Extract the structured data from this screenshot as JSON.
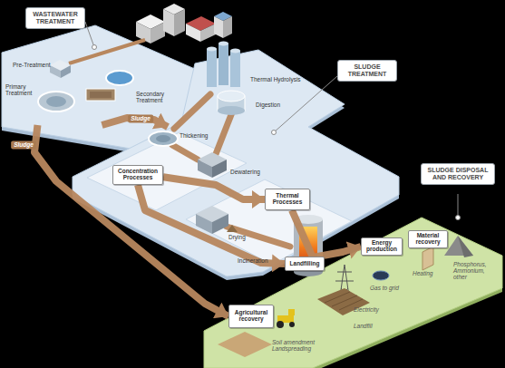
{
  "diagram": {
    "nodes": [
      {
        "text": [
          "WASTEWATER TREATMENT"
        ]
      },
      {
        "text": [
          "SLUDGE TREATMENT"
        ]
      },
      {
        "text": [
          "Concentration Processes"
        ],
        "in": 1
      },
      {
        "text": [
          "Thermal Processes"
        ],
        "in": 1
      },
      {
        "text": [
          "SLUDGE DISPOSAL AND RECOVERY"
        ]
      },
      {
        "text": [
          "Material recovery"
        ],
        "in": 4
      },
      {
        "text": [
          "Energy production"
        ],
        "in": 4
      },
      {
        "text": [
          "Landfilling"
        ],
        "in": 4
      },
      {
        "text": [
          "Agricultural recovery"
        ],
        "in": 4
      }
    ],
    "edges": [
      {
        "from": 0,
        "to": 1,
        "label": "Sludge",
        "arrow": "to"
      },
      {
        "from": 0,
        "to": 8,
        "label": "Sludge",
        "arrow": "to"
      },
      {
        "from": 2,
        "to": 3,
        "arrow": "to"
      },
      {
        "from": 2,
        "to": 7,
        "arrow": "to"
      },
      {
        "from": 3,
        "to": 6,
        "arrow": "to"
      }
    ],
    "labels": [
      "Pre-Treatment",
      "Primary Treatment",
      "Secondary Treatment",
      "Thermal Hydrolysis",
      "Digestion",
      "Thickening",
      "Dewatering",
      "Drying",
      "Incineration",
      "Phosphorus, Ammonium, other",
      "Heating",
      "Gas to grid",
      "Electricity",
      "Landfill",
      "Soil amendment Landspreading"
    ]
  }
}
